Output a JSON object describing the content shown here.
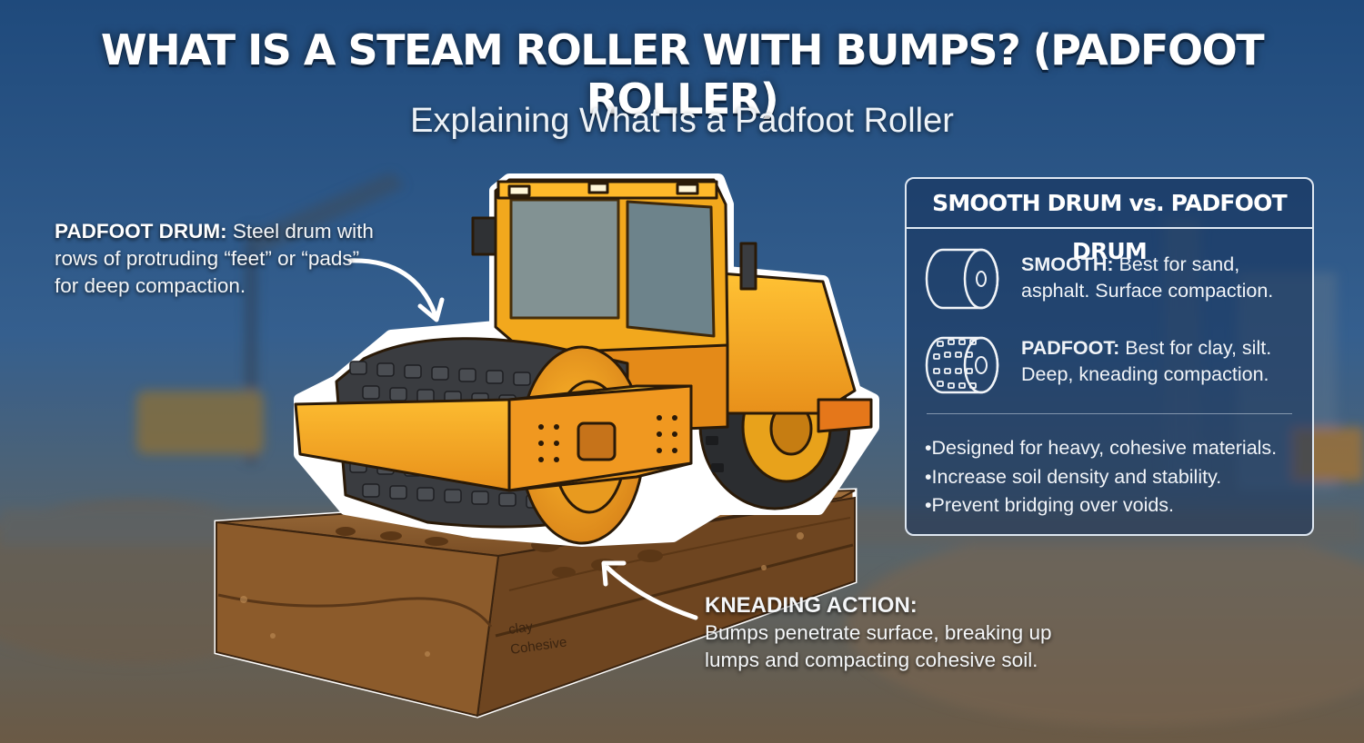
{
  "title": "WHAT IS A STEAM ROLLER WITH BUMPS? (PADFOOT ROLLER)",
  "subtitle": "Explaining What Is a Padfoot Roller",
  "padfoot_callout": {
    "label": "PADFOOT DRUM:",
    "text": "Steel drum with rows of protruding “feet” or “pads” for deep compaction."
  },
  "kneading_callout": {
    "label": "KNEADING ACTION:",
    "text": "Bumps penetrate surface, breaking up lumps and compacting cohesive soil."
  },
  "soil_labels": [
    "clay",
    "Cohesive"
  ],
  "comparison_panel": {
    "title": "SMOOTH DRUM vs. PADFOOT DRUM",
    "smooth": {
      "label": "SMOOTH:",
      "text": "Best for sand, asphalt. Surface compaction.",
      "icon": "smooth-drum-icon"
    },
    "padfoot": {
      "label": "PADFOOT:",
      "text": "Best for clay, silt. Deep, kneading compaction.",
      "icon": "padfoot-drum-icon"
    },
    "bullets": [
      "Designed for heavy, cohesive materials.",
      "Increase soil density and stability.",
      "Prevent bridging over voids."
    ]
  },
  "colors": {
    "background": "#2c5485",
    "machine_yellow": "#f2a81d",
    "machine_orange": "#e5771a",
    "soil": "#8a5a2b",
    "panel_border": "#dfe8f2"
  }
}
